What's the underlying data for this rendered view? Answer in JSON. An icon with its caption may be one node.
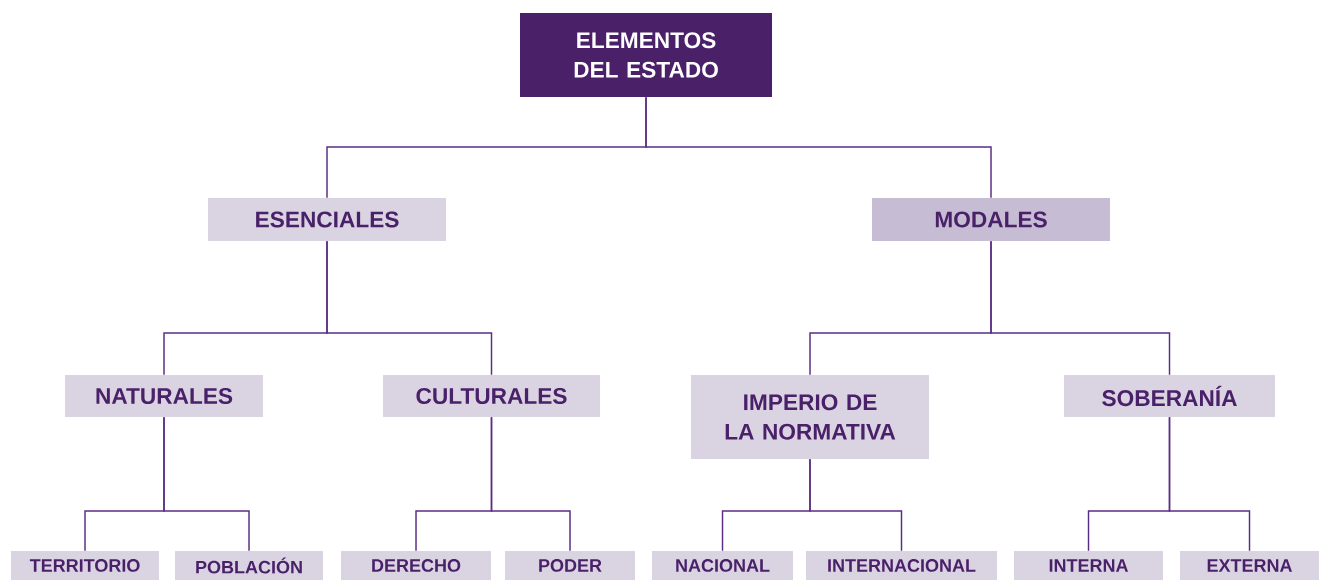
{
  "diagram": {
    "nodes": [
      {
        "text": [
          "ELEMENTOS DEL ESTADO"
        ]
      },
      {
        "text": [
          "ESENCIALES"
        ]
      },
      {
        "text": [
          "MODALES"
        ]
      },
      {
        "text": [
          "NATURALES"
        ]
      },
      {
        "text": [
          "CULTURALES"
        ]
      },
      {
        "text": [
          "IMPERIO DE LA NORMATIVA"
        ]
      },
      {
        "text": [
          "SOBERANÍA"
        ]
      },
      {
        "text": [
          "TERRITORIO"
        ]
      },
      {
        "text": [
          "POBLACIÓN"
        ]
      },
      {
        "text": [
          "DERECHO"
        ]
      },
      {
        "text": [
          "PODER"
        ]
      },
      {
        "text": [
          "NACIONAL"
        ]
      },
      {
        "text": [
          "INTERNACIONAL"
        ]
      },
      {
        "text": [
          "INTERNA"
        ]
      },
      {
        "text": [
          "EXTERNA"
        ]
      }
    ],
    "edges": [
      {
        "from": 0,
        "to": 1,
        "arrow": "none"
      },
      {
        "from": 0,
        "to": 2,
        "arrow": "none"
      },
      {
        "from": 1,
        "to": 3,
        "arrow": "none"
      },
      {
        "from": 1,
        "to": 4,
        "arrow": "none"
      },
      {
        "from": 2,
        "to": 5,
        "arrow": "none"
      },
      {
        "from": 2,
        "to": 6,
        "arrow": "none"
      },
      {
        "from": 3,
        "to": 7,
        "arrow": "none"
      },
      {
        "from": 3,
        "to": 8,
        "arrow": "none"
      },
      {
        "from": 4,
        "to": 9,
        "arrow": "none"
      },
      {
        "from": 4,
        "to": 10,
        "arrow": "none"
      },
      {
        "from": 5,
        "to": 11,
        "arrow": "none"
      },
      {
        "from": 5,
        "to": 12,
        "arrow": "none"
      },
      {
        "from": 6,
        "to": 13,
        "arrow": "none"
      },
      {
        "from": 6,
        "to": 14,
        "arrow": "none"
      }
    ]
  }
}
